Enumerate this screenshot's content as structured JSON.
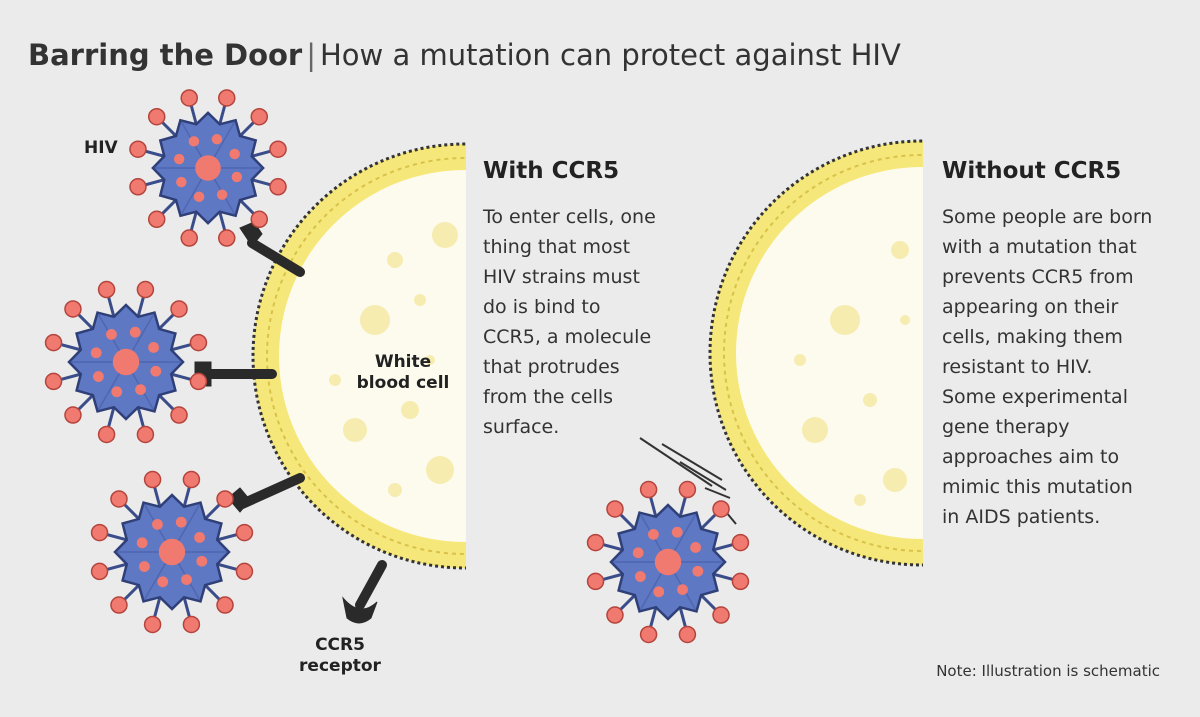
{
  "title": {
    "bold": "Barring the Door",
    "separator": "|",
    "rest": "How a mutation can protect against HIV"
  },
  "labels": {
    "hiv": "HIV",
    "white_blood_cell_line1": "White",
    "white_blood_cell_line2": "blood cell",
    "receptor_line1": "CCR5",
    "receptor_line2": "receptor"
  },
  "with_ccr5": {
    "heading": "With CCR5",
    "lines": [
      "To enter cells, one",
      "thing that most",
      "HIV strains must",
      "do is bind to",
      "CCR5, a molecule",
      "that protrudes",
      "from the cells",
      "surface."
    ]
  },
  "without_ccr5": {
    "heading": "Without CCR5",
    "lines": [
      "Some people are born",
      "with a mutation that",
      "prevents CCR5 from",
      "appearing on their",
      "cells, making them",
      "resistant to HIV.",
      "Some experimental",
      "gene therapy",
      "approaches aim to",
      "mimic this mutation",
      "in AIDS patients."
    ]
  },
  "note": "Note: Illustration is schematic",
  "colors": {
    "background": "#ebebeb",
    "virus_body": "#5f78c4",
    "virus_spike": "#f07a70",
    "membrane": "#f5e77a",
    "cell_interior": "#fdfbee",
    "receptor": "#2a2a2a"
  }
}
